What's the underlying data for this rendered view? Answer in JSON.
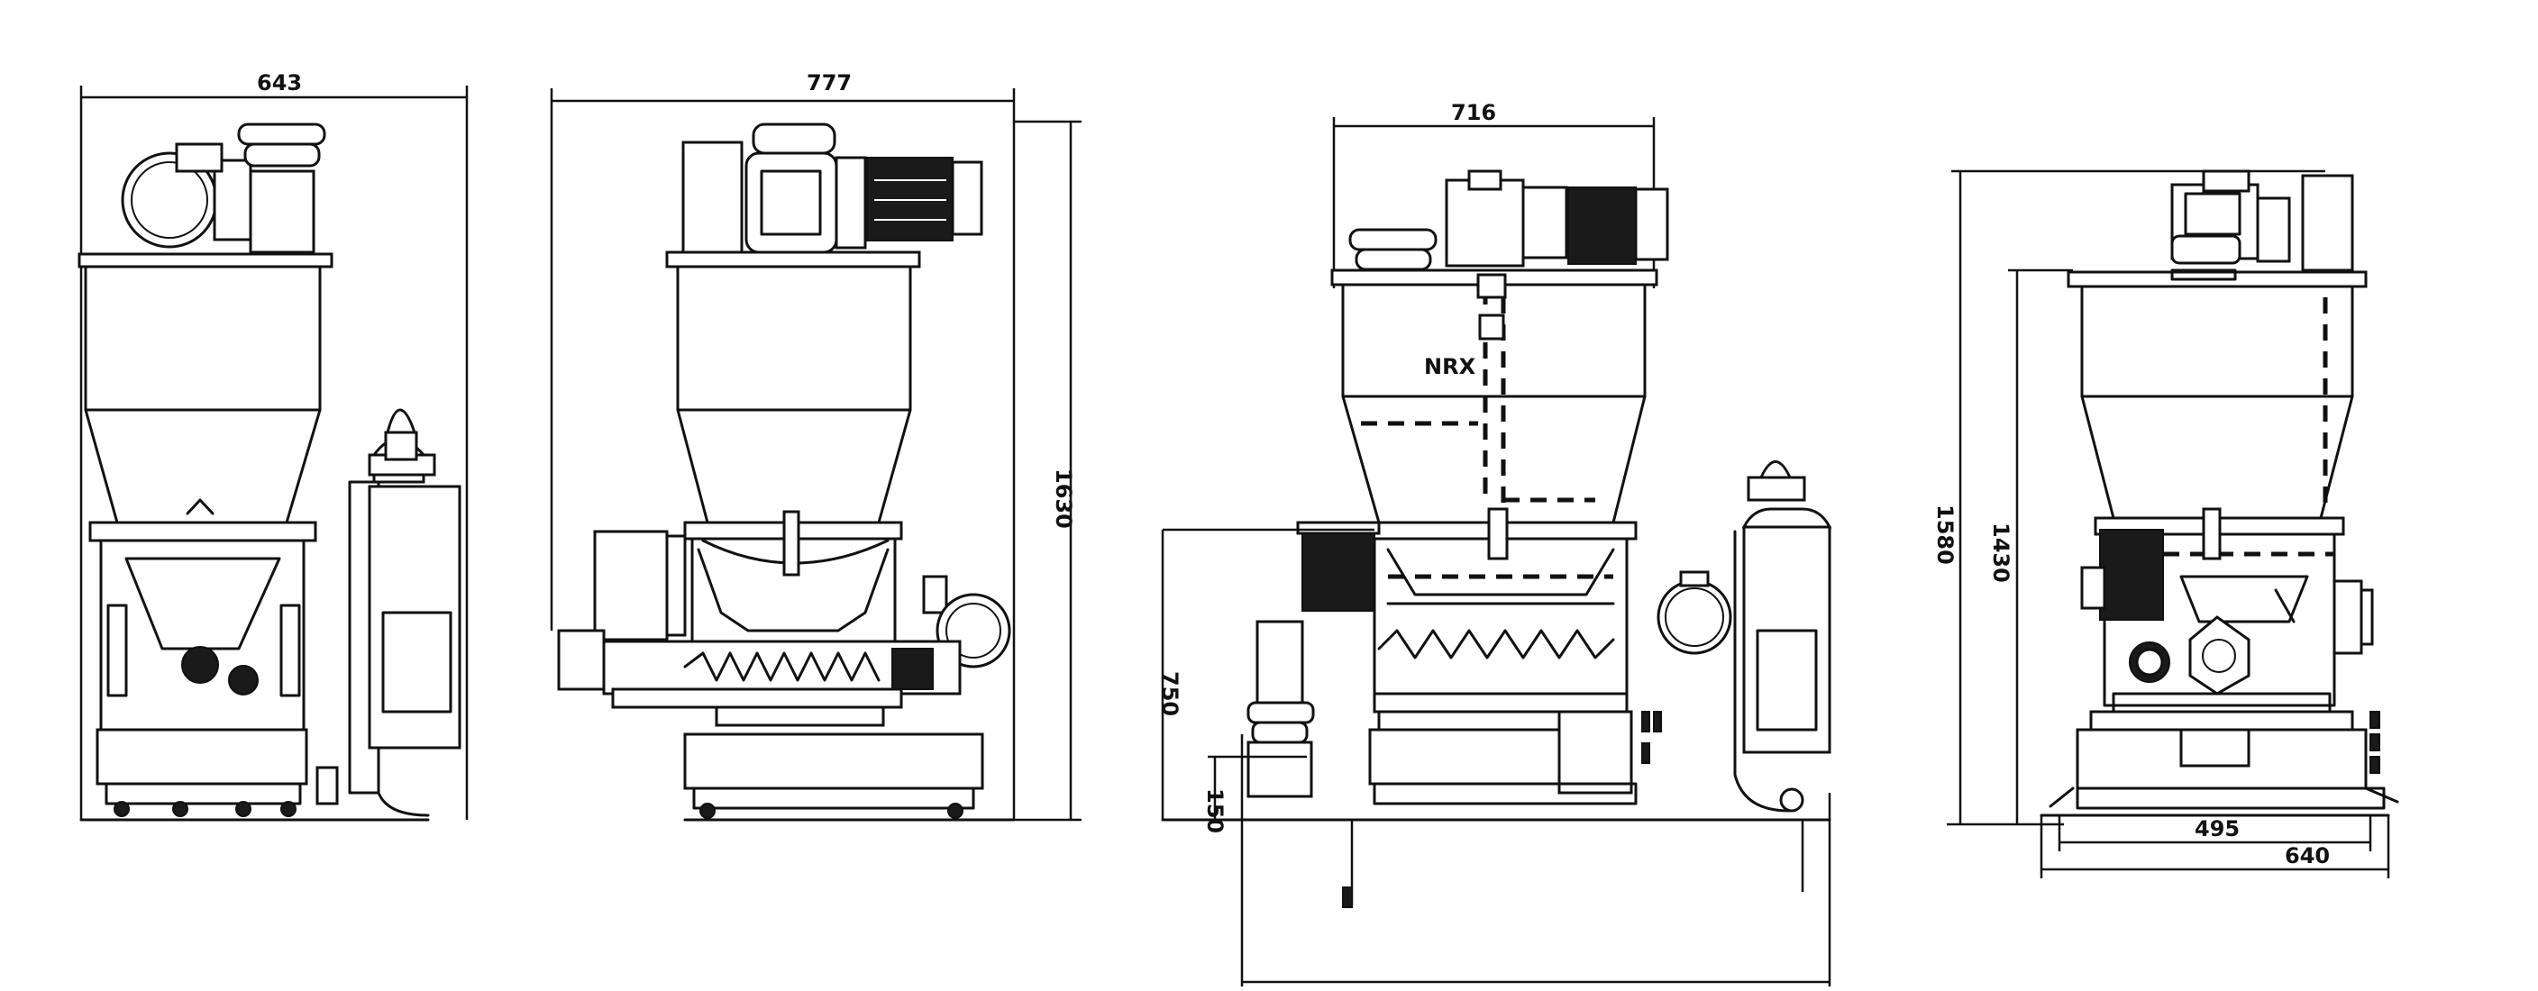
{
  "views": [
    {
      "name": "side-view-1",
      "width_label": "643"
    },
    {
      "name": "front-view",
      "width_label": "777",
      "height_label": "1630"
    },
    {
      "name": "rear-view",
      "width_label": "716",
      "inner_label": "NRX",
      "side_height_label": "750",
      "base_height_label": "150"
    },
    {
      "name": "side-view-2",
      "height_label": "1580",
      "inner_height_label": "1430",
      "width_label_1": "495",
      "width_label_2": "640"
    }
  ]
}
